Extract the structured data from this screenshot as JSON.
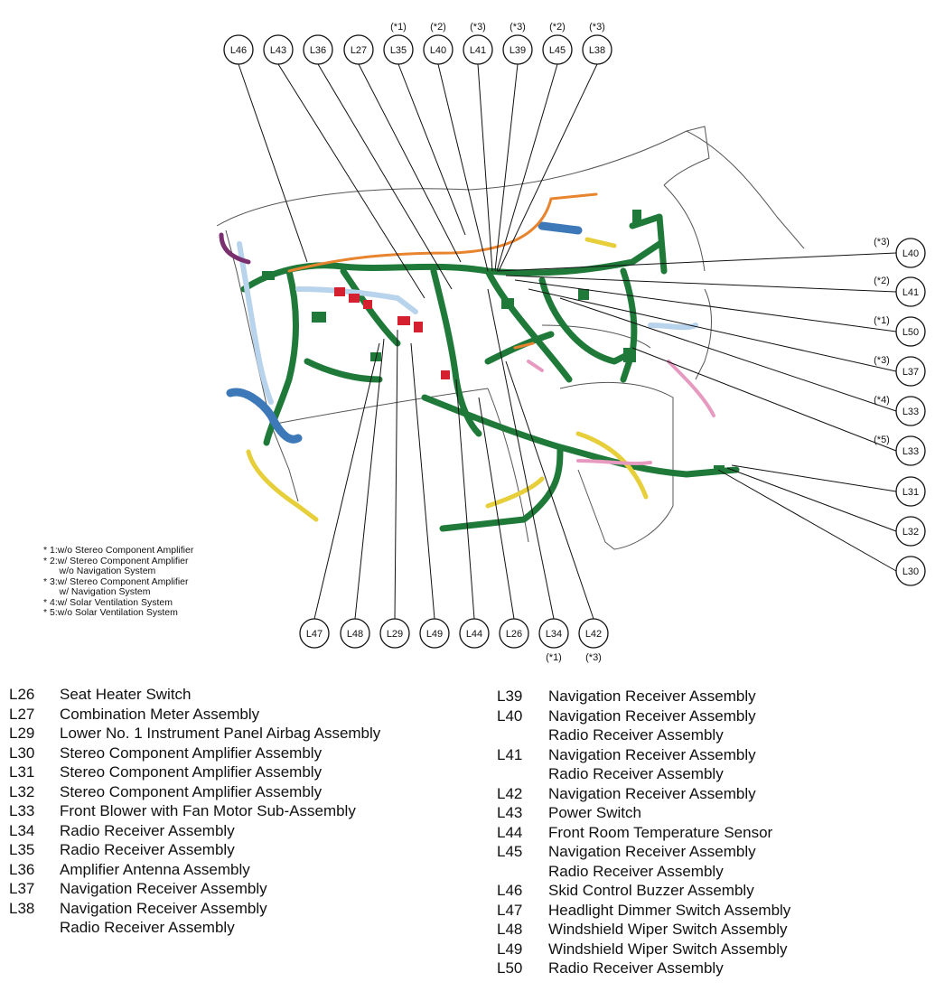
{
  "callouts_top": [
    {
      "id": "L46",
      "note": ""
    },
    {
      "id": "L43",
      "note": ""
    },
    {
      "id": "L36",
      "note": ""
    },
    {
      "id": "L27",
      "note": ""
    },
    {
      "id": "L35",
      "note": "(*1)"
    },
    {
      "id": "L40",
      "note": "(*2)"
    },
    {
      "id": "L41",
      "note": "(*3)"
    },
    {
      "id": "L39",
      "note": "(*3)"
    },
    {
      "id": "L45",
      "note": "(*2)"
    },
    {
      "id": "L38",
      "note": "(*3)"
    }
  ],
  "callouts_right": [
    {
      "id": "L40",
      "note": "(*3)"
    },
    {
      "id": "L41",
      "note": "(*2)"
    },
    {
      "id": "L50",
      "note": "(*1)"
    },
    {
      "id": "L37",
      "note": "(*3)"
    },
    {
      "id": "L33",
      "note": "(*4)"
    },
    {
      "id": "L33",
      "note": "(*5)"
    },
    {
      "id": "L31",
      "note": ""
    },
    {
      "id": "L32",
      "note": ""
    },
    {
      "id": "L30",
      "note": ""
    }
  ],
  "callouts_bottom": [
    {
      "id": "L47",
      "note": ""
    },
    {
      "id": "L48",
      "note": ""
    },
    {
      "id": "L29",
      "note": ""
    },
    {
      "id": "L49",
      "note": ""
    },
    {
      "id": "L44",
      "note": ""
    },
    {
      "id": "L26",
      "note": ""
    },
    {
      "id": "L34",
      "note": "(*1)"
    },
    {
      "id": "L42",
      "note": "(*3)"
    }
  ],
  "notes": [
    "* 1:w/o Stereo Component Amplifier",
    "* 2:w/ Stereo Component Amplifier",
    "      w/o Navigation System",
    "* 3:w/ Stereo Component Amplifier",
    "      w/ Navigation System",
    "* 4:w/ Solar Ventilation System",
    "* 5:w/o Solar Ventilation System"
  ],
  "legend_left": [
    {
      "code": "L26",
      "desc": "Seat Heater Switch"
    },
    {
      "code": "L27",
      "desc": "Combination Meter Assembly"
    },
    {
      "code": "L29",
      "desc": "Lower No. 1 Instrument Panel Airbag Assembly"
    },
    {
      "code": "L30",
      "desc": "Stereo Component Amplifier Assembly"
    },
    {
      "code": "L31",
      "desc": "Stereo Component Amplifier Assembly"
    },
    {
      "code": "L32",
      "desc": "Stereo Component Amplifier Assembly"
    },
    {
      "code": "L33",
      "desc": "Front Blower with Fan Motor Sub-Assembly"
    },
    {
      "code": "L34",
      "desc": "Radio Receiver Assembly"
    },
    {
      "code": "L35",
      "desc": "Radio Receiver Assembly"
    },
    {
      "code": "L36",
      "desc": "Amplifier Antenna Assembly"
    },
    {
      "code": "L37",
      "desc": "Navigation Receiver Assembly"
    },
    {
      "code": "L38",
      "desc": "Navigation Receiver Assembly"
    },
    {
      "code": "",
      "desc": "Radio Receiver Assembly"
    }
  ],
  "legend_right": [
    {
      "code": "L39",
      "desc": "Navigation Receiver Assembly"
    },
    {
      "code": "L40",
      "desc": "Navigation Receiver Assembly"
    },
    {
      "code": "",
      "desc": "Radio Receiver Assembly"
    },
    {
      "code": "L41",
      "desc": "Navigation Receiver Assembly"
    },
    {
      "code": "",
      "desc": "Radio Receiver Assembly"
    },
    {
      "code": "L42",
      "desc": "Navigation Receiver Assembly"
    },
    {
      "code": "L43",
      "desc": "Power Switch"
    },
    {
      "code": "L44",
      "desc": "Front Room Temperature Sensor"
    },
    {
      "code": "L45",
      "desc": "Navigation Receiver Assembly"
    },
    {
      "code": "",
      "desc": "Radio Receiver Assembly"
    },
    {
      "code": "L46",
      "desc": "Skid Control Buzzer Assembly"
    },
    {
      "code": "L47",
      "desc": "Headlight Dimmer Switch Assembly"
    },
    {
      "code": "L48",
      "desc": "Windshield Wiper Switch Assembly"
    },
    {
      "code": "L49",
      "desc": "Windshield Wiper Switch Assembly"
    },
    {
      "code": "L50",
      "desc": "Radio Receiver Assembly"
    }
  ],
  "colors": {
    "harness_main": "#1f7a3a",
    "harness_light": "#b8d3ec",
    "harness_blue": "#3d79b8",
    "harness_yellow": "#e6cf3a",
    "harness_orange": "#e8832e",
    "harness_purple": "#7a2f6e",
    "harness_pink": "#e79ac0",
    "connector_red": "#d4202f"
  }
}
